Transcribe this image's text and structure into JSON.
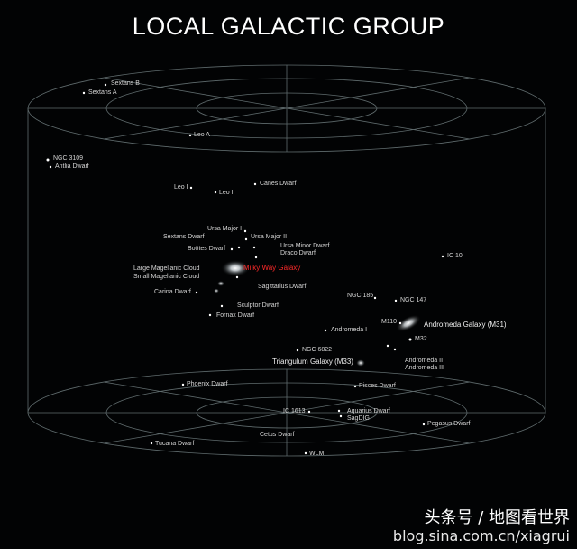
{
  "title": "LOCAL GALACTIC GROUP",
  "labels": {
    "sextans_b": "Sextans B",
    "sextans_a": "Sextans A",
    "leo_a": "Leo A",
    "ngc3109": "NGC 3109",
    "antlia": "Antlia Dwarf",
    "leo_i": "Leo I",
    "leo_ii": "Leo II",
    "canes": "Canes Dwarf",
    "ursa_major_i": "Ursa Major I",
    "sextans_dwarf": "Sextans Dwarf",
    "ursa_major_ii": "Ursa Major II",
    "bootes": "Boötes Dwarf",
    "ursa_minor": "Ursa Minor Dwarf",
    "draco": "Draco Dwarf",
    "lmc": "Large Magellanic Cloud",
    "smc": "Small Magellanic Cloud",
    "milky_way": "Milky Way Galaxy",
    "sagittarius": "Sagittarius Dwarf",
    "carina": "Carina Dwarf",
    "sculptor": "Sculptor Dwarf",
    "fornax": "Fornax Dwarf",
    "ic10": "IC 10",
    "ngc185": "NGC 185",
    "ngc147": "NGC 147",
    "m110": "M110",
    "andromeda": "Andromeda Galaxy (M31)",
    "andromeda_i": "Andromeda I",
    "m32": "M32",
    "ngc6822": "NGC 6822",
    "triangulum": "Triangulum Galaxy (M33)",
    "andromeda_ii": "Andromeda II",
    "andromeda_iii": "Andromeda III",
    "phoenix": "Phoenix Dwarf",
    "pisces": "Pisces Dwarf",
    "ic1613": "IC 1613",
    "aquarius": "Aquarius Dwarf",
    "sagdig": "SagDIG",
    "pegasus": "Pegasus Dwarf",
    "tucana": "Tucana Dwarf",
    "cetus": "Cetus Dwarf",
    "wlm": "WLM"
  },
  "watermark": {
    "line1": "头条号 / 地图看世界",
    "line2": "blog.sina.com.cn/xiagrui"
  },
  "colors": {
    "background": "#020304",
    "grid": "#8a9a9c",
    "highlight": "#ff2a2a"
  }
}
